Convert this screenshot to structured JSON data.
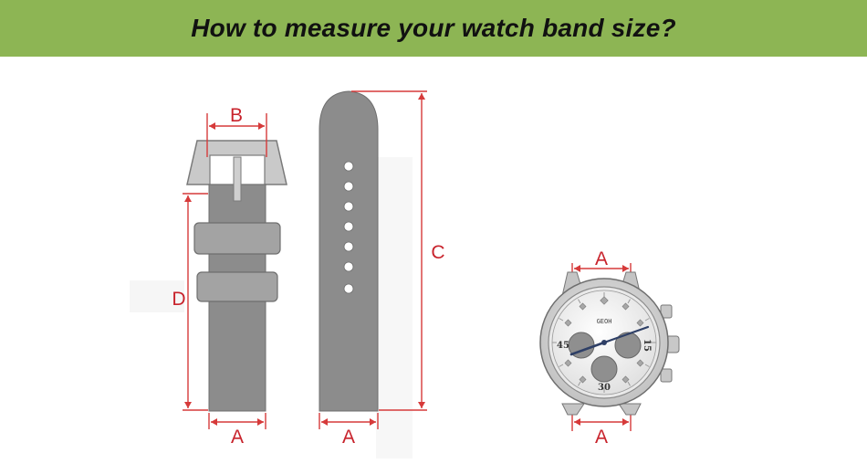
{
  "banner": {
    "title": "How to measure your watch band size?"
  },
  "labels": {
    "strap_width": "A",
    "buckle_width": "B",
    "long_strap_length": "C",
    "short_strap_length": "D",
    "case_lug_width": "A",
    "case_bottom_width": "A"
  },
  "dial": {
    "numeral_left": "45",
    "numeral_right": "15",
    "numeral_bottom": "30",
    "brand": "GEOH"
  },
  "colors": {
    "banner": "#8db554",
    "dimension_line": "#d63a3a",
    "label": "#c8232c",
    "strap": "#8c8c8c",
    "keeper": "#a3a3a3",
    "buckle": "#c9c9c9"
  }
}
